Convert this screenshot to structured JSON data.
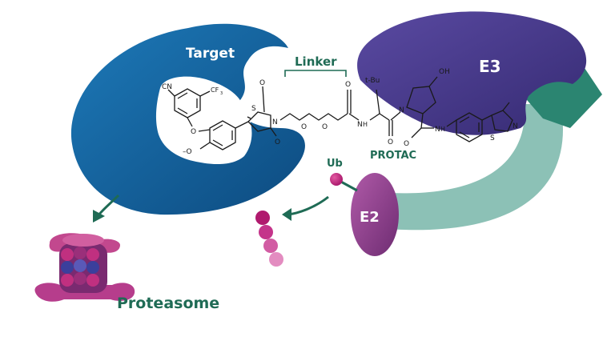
{
  "labels": {
    "target": "Target",
    "e3": "E3",
    "e2": "E2",
    "linker": "Linker",
    "protac": "PROTAC",
    "ub": "Ub",
    "proteasome": "Proteasome"
  },
  "chem_labels": {
    "cn": "CN",
    "cf3": "CF",
    "cf3_sub": "3",
    "o_ether": "O",
    "methoxy": "–O",
    "s_ring": "S",
    "n_ring": "N",
    "o_top": "O",
    "o_bottom": "O",
    "o_link1": "O",
    "o_link2": "O",
    "o_amide1": "O",
    "nh": "N",
    "h_nh": "H",
    "tbu": "t-Bu",
    "o_amide2": "O",
    "n_pro": "N",
    "oh": "OH",
    "o_amide3": "O",
    "nh2": "N",
    "h_nh2": "H",
    "s_thz": "S",
    "n_thz": "N"
  },
  "colors": {
    "target": "#1565a0",
    "e3": "#4b3d8f",
    "e2": "#8a3d8a",
    "arrow_teal": "#8cc1b6",
    "gem": "#2b8571",
    "label_green": "#1f6b55",
    "ub_bead": "#c51d79",
    "proteasome": "#9c2f7e"
  }
}
